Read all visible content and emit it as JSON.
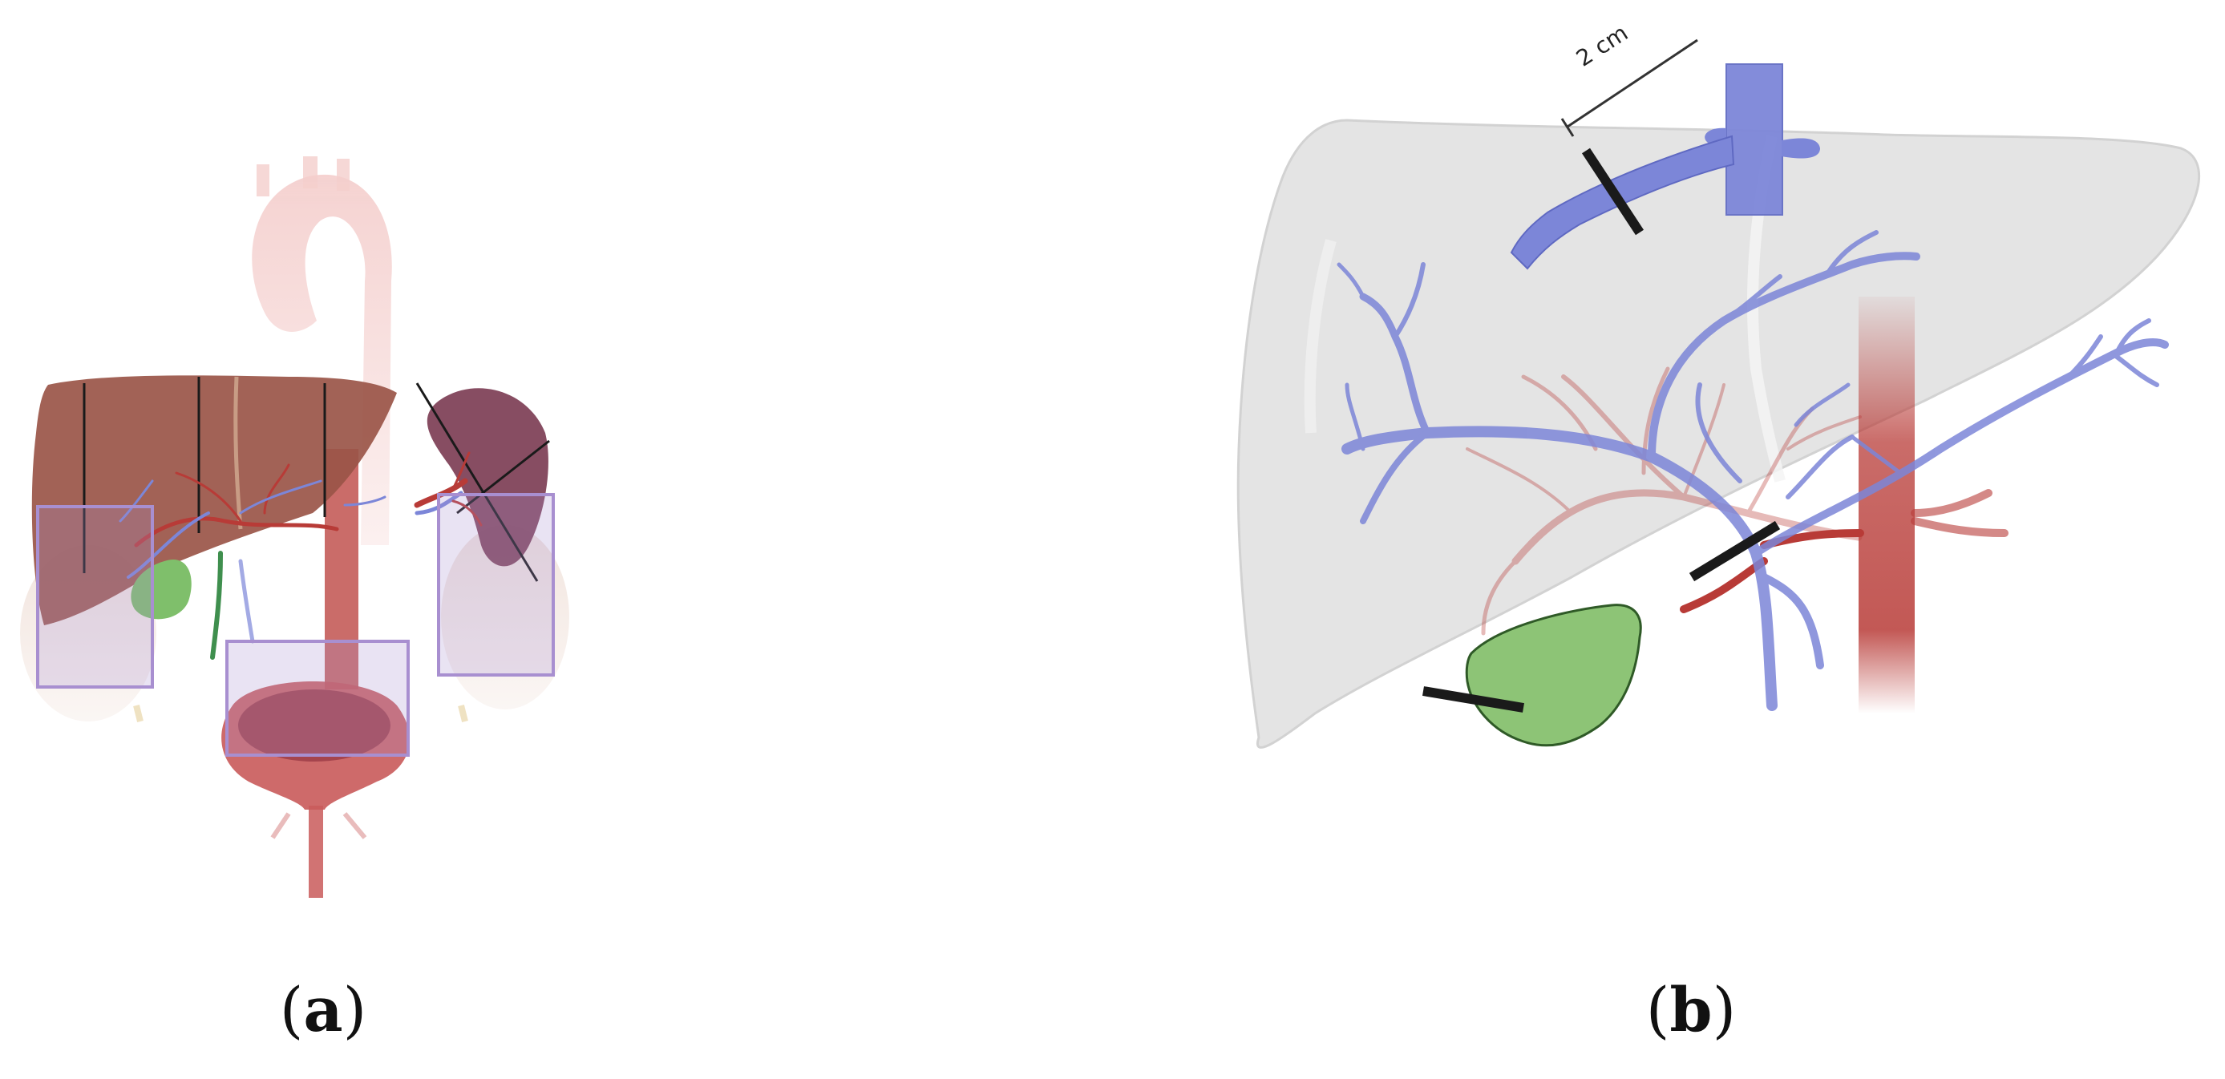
{
  "figure": {
    "panel_a": {
      "label": "a"
    },
    "panel_b": {
      "label": "b",
      "scale_bar_text": "2 cm"
    }
  },
  "colors": {
    "liver_a": "#9a5548",
    "liver_b": "#e4e4e4",
    "aorta": "#b83b37",
    "vein": "#7c86d8",
    "gallbladder": "#8dc476",
    "spleen": "#7d3e55",
    "bladder": "#c95a5a",
    "highlight_box": "#a88fd0",
    "cut_mark": "#1a1a1a"
  }
}
